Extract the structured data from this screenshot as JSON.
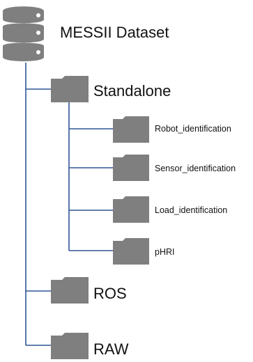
{
  "root": {
    "label": "MESSII Dataset",
    "icon": "database-icon"
  },
  "folders": [
    {
      "label": "Standalone",
      "icon": "folder-icon",
      "children": [
        {
          "label": "Robot_identification",
          "icon": "folder-icon"
        },
        {
          "label": "Sensor_identification",
          "icon": "folder-icon"
        },
        {
          "label": "Load_identification",
          "icon": "folder-icon"
        },
        {
          "label": "pHRI",
          "icon": "folder-icon"
        }
      ]
    },
    {
      "label": "ROS",
      "icon": "folder-icon",
      "children": []
    },
    {
      "label": "RAW",
      "icon": "folder-icon",
      "children": []
    }
  ],
  "colors": {
    "connector": "#2f5597",
    "icon": "#7f7f7f",
    "icon_dark": "#6d6d6d",
    "text": "#111111"
  }
}
